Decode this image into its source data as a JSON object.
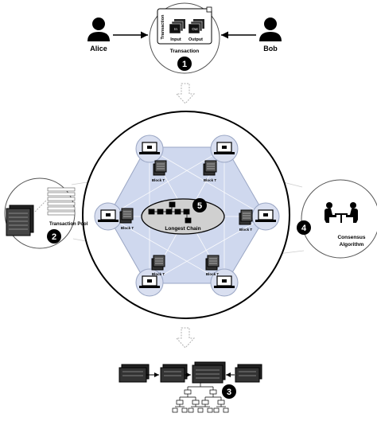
{
  "actors": {
    "alice": "Alice",
    "bob": "Bob"
  },
  "transaction": {
    "caption": "Transaction",
    "side_label": "Transaction",
    "in_label": "In",
    "out_label": "Out",
    "input_label": "Input",
    "output_label": "Output"
  },
  "pool": {
    "caption": "Transaction Pool"
  },
  "network": {
    "longest_chain": "Longest Chain",
    "block_label": "Block T"
  },
  "consensus": {
    "line1": "Consensus",
    "line2": "Algorithm"
  },
  "steps": [
    "1",
    "2",
    "3",
    "4",
    "5"
  ],
  "colors": {
    "hexagon_fill": "#cfd8ee",
    "node_fill": "#d9dff0",
    "badge": "#000000",
    "arrow_outline": "#b0b0b0"
  },
  "icons": {
    "person": "person-icon",
    "laptop": "laptop-icon",
    "server": "server-rack-icon",
    "meeting": "meeting-icon",
    "hollow_arrow": "hollow-down-arrow-icon"
  }
}
